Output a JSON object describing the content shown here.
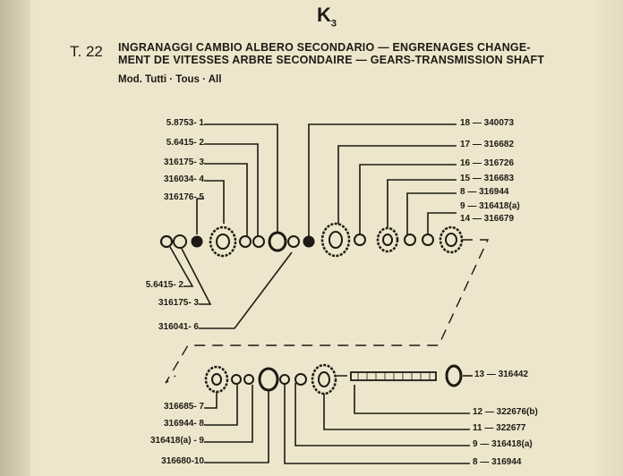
{
  "page_code": "K",
  "page_code_sub": "3",
  "table": "T. 22",
  "title_line1": "INGRANAGGI CAMBIO ALBERO SECONDARIO — ENGRENAGES CHANGE-",
  "title_line2": "MENT DE VITESSES ARBRE SECONDAIRE — GEARS-TRANSMISSION SHAFT",
  "model": "Mod. Tutti · Tous · All",
  "left_labels_top": [
    "5.8753- 1",
    "5.6415- 2",
    "316175- 3",
    "316034- 4",
    "316176- 5"
  ],
  "left_labels_mid": [
    "5.6415- 2",
    "316175- 3",
    "316041- 6"
  ],
  "left_labels_bottom": [
    "316685- 7",
    "316944- 8",
    "316418(a) - 9",
    "316680-10"
  ],
  "right_labels_top": [
    "18 — 340073",
    "17 — 316682",
    "16 — 316726",
    "15 — 316683",
    "8 — 316944",
    "9 — 316418(a)",
    "14 — 316679"
  ],
  "right_labels_bottom": [
    "13 — 316442",
    "12 — 322676(b)",
    "11 — 322677",
    "9 — 316418(a)",
    "8 — 316944"
  ]
}
